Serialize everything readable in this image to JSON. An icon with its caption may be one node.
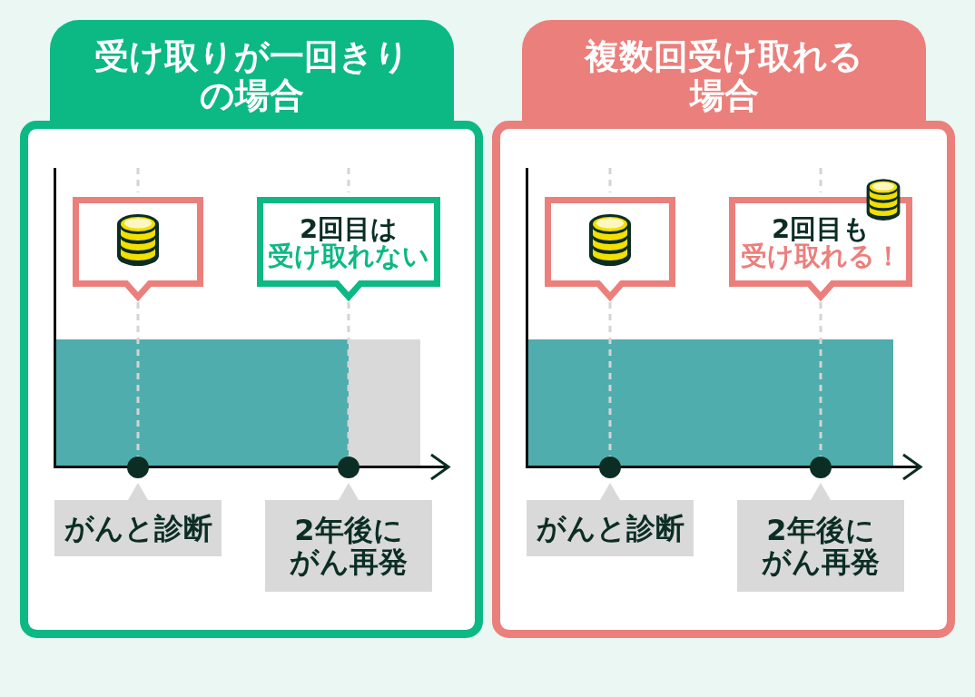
{
  "diagram": {
    "nodes": [
      {
        "text": [
          "受け取りが一回きりの場合"
        ]
      },
      {
        "text": [],
        "shape": "box",
        "in": 0
      },
      {
        "text": [
          "2回目は",
          "受け取れない"
        ],
        "in": 0
      },
      {
        "text": [],
        "shape": "circle",
        "in": 0
      },
      {
        "text": [],
        "shape": "circle",
        "in": 0
      },
      {
        "text": [
          "がんと診断"
        ],
        "in": 0
      },
      {
        "text": [
          "2年後にがん再発"
        ],
        "in": 0
      },
      {
        "text": [
          "複数回受け取れる場合"
        ]
      },
      {
        "text": [],
        "shape": "box",
        "in": 7
      },
      {
        "text": [
          "2回目も",
          "受け取れる！"
        ],
        "in": 7
      },
      {
        "text": [],
        "shape": "circle",
        "in": 7
      },
      {
        "text": [],
        "shape": "circle",
        "in": 7
      },
      {
        "text": [
          "がんと診断"
        ],
        "in": 7
      },
      {
        "text": [
          "2年後にがん再発"
        ],
        "in": 7
      }
    ],
    "edges": [
      {
        "from": 1,
        "to": 3,
        "arrow": "none",
        "style": "dashed"
      },
      {
        "from": 2,
        "to": 4,
        "arrow": "none",
        "style": "dashed"
      },
      {
        "from": 8,
        "to": 10,
        "arrow": "none",
        "style": "dashed"
      },
      {
        "from": 9,
        "to": 11,
        "arrow": "none",
        "style": "dashed"
      }
    ]
  }
}
